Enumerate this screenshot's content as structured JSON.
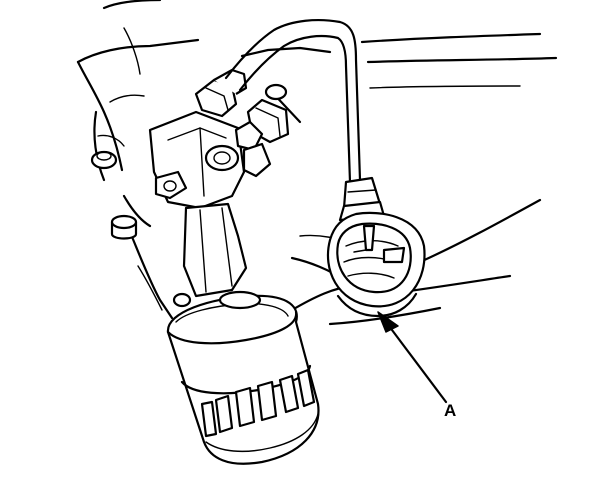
{
  "diagram": {
    "callouts": [
      {
        "id": "A",
        "label": "A",
        "target": "oil-pressure-gauge"
      }
    ]
  }
}
